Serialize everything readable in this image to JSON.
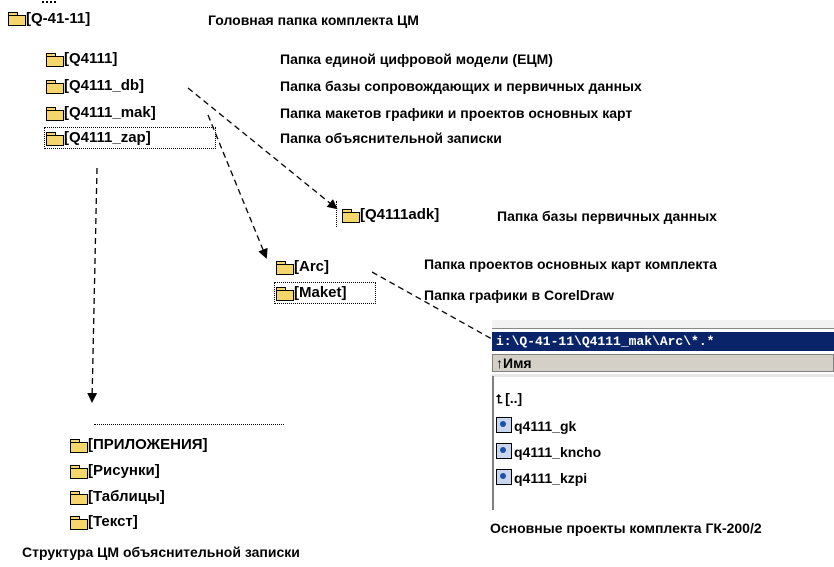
{
  "tree": {
    "root": "[Q-41-11]",
    "level1": [
      "[Q4111]",
      "[Q4111_db]",
      "[Q4111_mak]",
      "[Q4111_zap]"
    ],
    "db_child": "[Q4111adk]",
    "mak_children": [
      "[Arc]",
      "[Maket]"
    ],
    "zap_children": [
      "[ПРИЛОЖЕНИЯ]",
      "[Рисунки]",
      "[Таблицы]",
      "[Текст]"
    ]
  },
  "descriptions": {
    "root": "Головная папка комплекта ЦМ",
    "q4111": "Папка единой цифровой модели (ЕЦМ)",
    "db": "Папка базы сопровождающих и первичных данных",
    "mak": "Папка макетов графики и проектов основных карт",
    "zap": "Папка объяснительной записки",
    "adk": "Папка базы первичных данных",
    "arc": "Папка проектов основных карт комплекта",
    "maket": "Папка графики в CorelDraw"
  },
  "file_panel": {
    "path": "i:\\Q-41-11\\Q4111_mak\\Arc\\*.*",
    "column_header": "↑Имя",
    "up_entry": "[..]",
    "files": [
      "q4111_gk",
      "q4111_kncho",
      "q4111_kzpi"
    ]
  },
  "captions": {
    "panel": "Основные проекты комплекта ГК-200/2",
    "zap_structure": "Структура ЦМ объяснительной записки"
  },
  "colors": {
    "folder": "#f4d66a",
    "selection": "#0a246a"
  }
}
